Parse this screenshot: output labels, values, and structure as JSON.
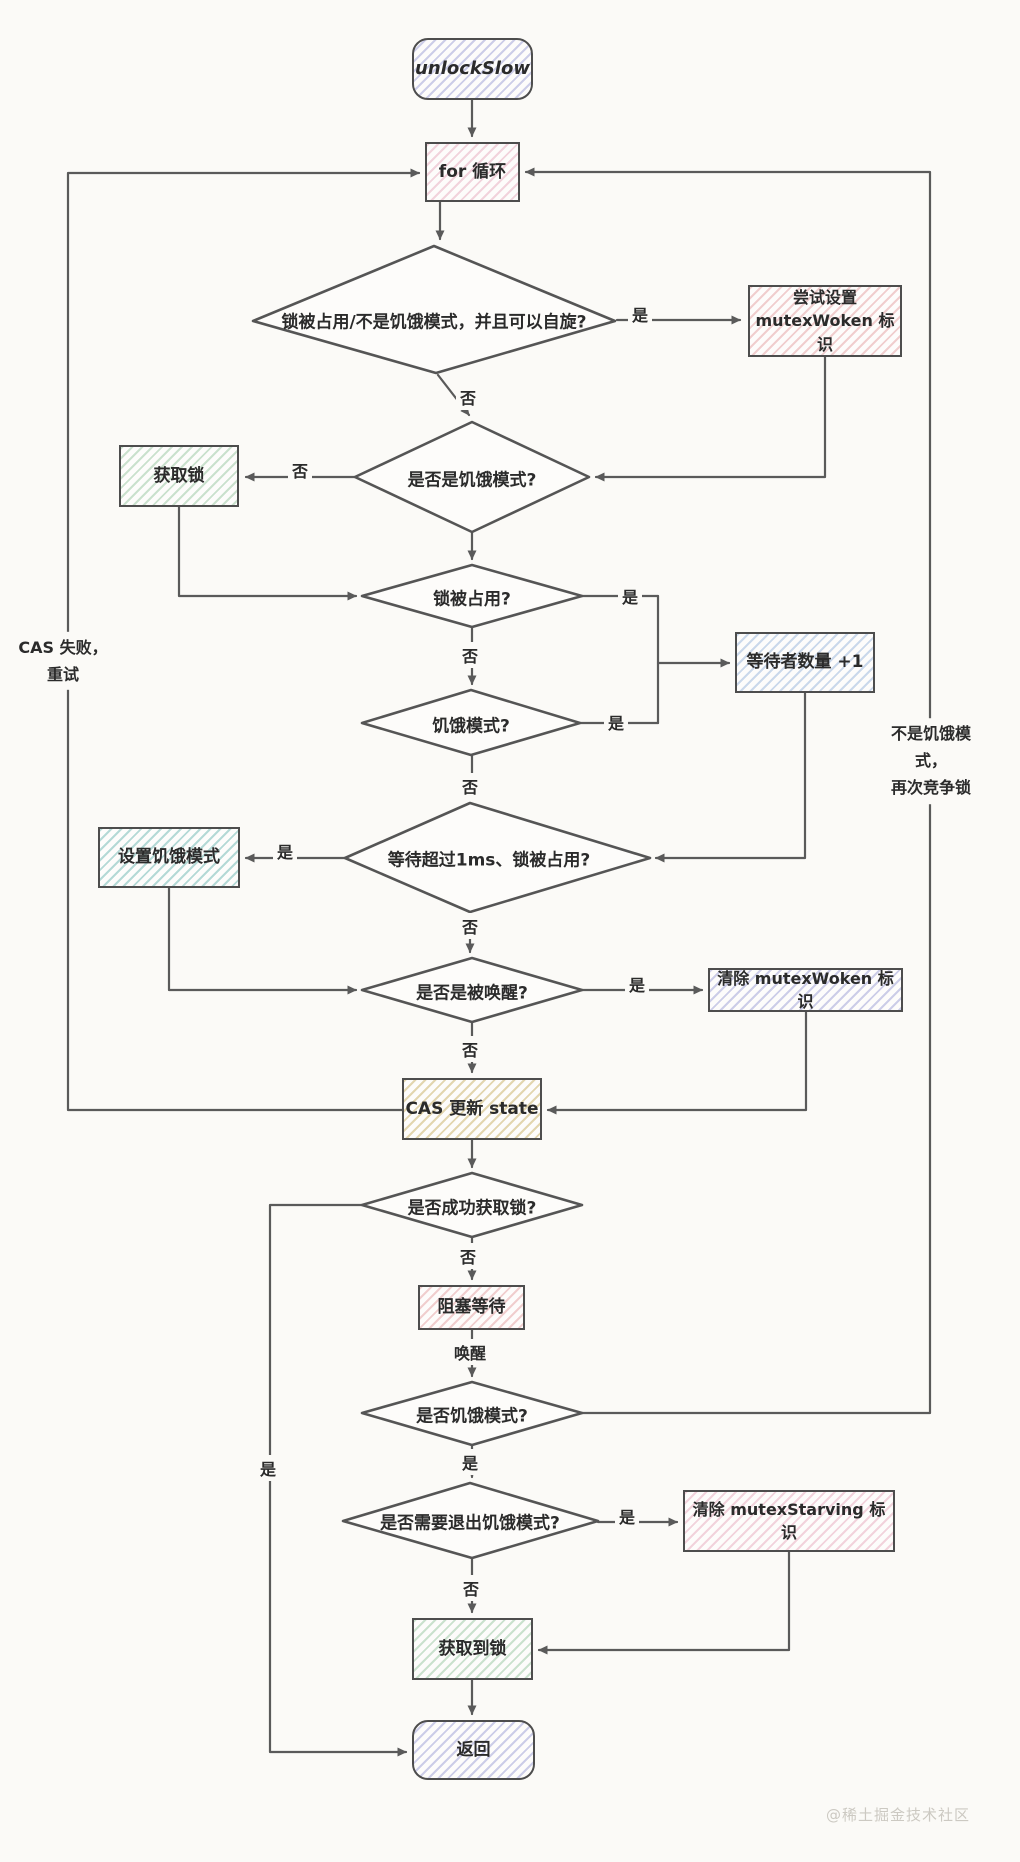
{
  "nodes": {
    "start": {
      "label": "unlockSlow"
    },
    "for_loop": {
      "label": "for 循环"
    },
    "d_spin": {
      "label": "锁被占用/不是饥饿模式，并且可以自旋?"
    },
    "try_set_woken": {
      "label": "尝试设置\nmutexWoken 标识"
    },
    "d_is_starving": {
      "label": "是否是饥饿模式?"
    },
    "acquire_lock": {
      "label": "获取锁"
    },
    "d_locked": {
      "label": "锁被占用?"
    },
    "add_waiter": {
      "label": "等待者数量 +1"
    },
    "d_starving": {
      "label": "饥饿模式?"
    },
    "d_wait_1ms": {
      "label": "等待超过1ms、锁被占用?"
    },
    "set_starving": {
      "label": "设置饥饿模式"
    },
    "d_woken": {
      "label": "是否是被唤醒?"
    },
    "clear_woken": {
      "label": "清除 mutexWoken 标识"
    },
    "cas_update": {
      "label": "CAS 更新 state"
    },
    "d_lock_success": {
      "label": "是否成功获取锁?"
    },
    "block_wait": {
      "label": "阻塞等待"
    },
    "d_starving_mode": {
      "label": "是否饥饿模式?"
    },
    "d_exit_starving": {
      "label": "是否需要退出饥饿模式?"
    },
    "clear_starving": {
      "label": "清除 mutexStarving 标识"
    },
    "got_lock": {
      "label": "获取到锁"
    },
    "end": {
      "label": "返回"
    }
  },
  "edge_labels": {
    "spin_yes": "是",
    "spin_no": "否",
    "starving_check_no": "否",
    "locked_yes": "是",
    "locked_no": "否",
    "hungry_yes": "是",
    "hungry_no": "否",
    "wait_yes": "是",
    "wait_no": "否",
    "woken_yes": "是",
    "woken_no": "否",
    "success_yes": "是",
    "success_no": "否",
    "wake": "唤醒",
    "starv_mode_yes": "是",
    "exit_yes": "是",
    "exit_no": "否"
  },
  "annotations": {
    "cas_fail": "CAS 失败，\n重试",
    "not_starving": "不是饥饿模式，\n再次竞争锁"
  },
  "watermark": "@稀土掘金技术社区",
  "colors": {
    "background": "#fbfaf7",
    "stroke": "#5a5a5a",
    "lavender": "#8a8cd9",
    "pink": "#d7739a",
    "red": "#d66c70",
    "green": "#6cae78",
    "blue": "#6c96cd",
    "teal": "#46a59e",
    "tan": "#bea046"
  }
}
